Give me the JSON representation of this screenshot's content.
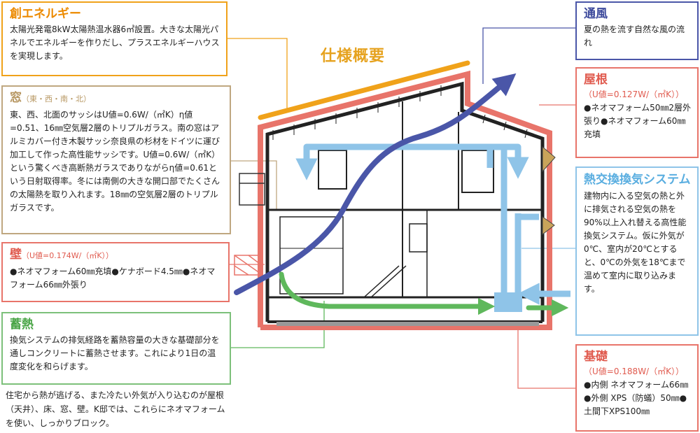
{
  "title": "仕様概要",
  "solar": {
    "heading": "創エネルギー",
    "text": "太陽光発電8kW太陽熱温水器6㎡設置。大きな太陽光パネルでエネルギーを作りだし、プラスエネルギーハウスを実現します。"
  },
  "window": {
    "heading": "窓",
    "sub": "（東・西・南・北）",
    "text": "東、西、北面のサッシはU値=0.6W/（㎡K）η値=0.51、16㎜空気層2層のトリプルガラス。南の窓はアルミカバー付き木製サッシ奈良県の杉材をドイツに運び加工して作った高性能サッシです。U値=0.6W/（㎡K）という驚くべき高断熱ガラスでありながらη値=0.61という日射取得率。冬には南側の大きな開口部でたくさんの太陽熱を取り入れます。18㎜の空気層2層のトリプルガラスです。"
  },
  "wall": {
    "heading": "壁",
    "sub": "（U値=0.174W/（㎡K））",
    "text": "●ネオマフォーム60㎜充填●ケナボード4.5㎜●ネオマフォーム66㎜外張り"
  },
  "heat": {
    "heading": "蓄熱",
    "text": "換気システムの排気経路を蓄熱容量の大きな基礎部分を通しコンクリートに蓄熱させます。これにより1日の温度変化を和らげます。"
  },
  "footnote": "住宅から熱が逃げる、また冷たい外気が入り込むのが屋根（天井）、床、窓、壁。K邸では、これらにネオマフォームを使い、しっかりブロック。",
  "wind": {
    "heading": "通風",
    "text": "夏の熱を流す自然な風の流れ"
  },
  "roof": {
    "heading": "屋根",
    "unit": "（U値=0.127W/（㎡K））",
    "text": "●ネオマフォーム50㎜2層外張り●ネオマフォーム60㎜充填"
  },
  "vent": {
    "heading": "熱交換換気システム",
    "text": "建物内に入る空気の熱と外に排気される空気の熱を90%以上入れ替える高性能換気システム。仮に外気が0℃、室内が20℃とすると、0℃の外気を18℃まで温めて室内に取り込みます。"
  },
  "base": {
    "heading": "基礎",
    "unit": "（U値=0.188W/（㎡K））",
    "text": "●内側 ネオマフォーム66㎜●外側 XPS（防蟻）50㎜●土間下XPS100㎜"
  },
  "colors": {
    "solar": "#f0a21a",
    "insulation": "#e8746a",
    "wind": "#4a56a8",
    "ventilation": "#8fc4e8",
    "heat": "#5fb85c",
    "window": "#bfa780"
  }
}
